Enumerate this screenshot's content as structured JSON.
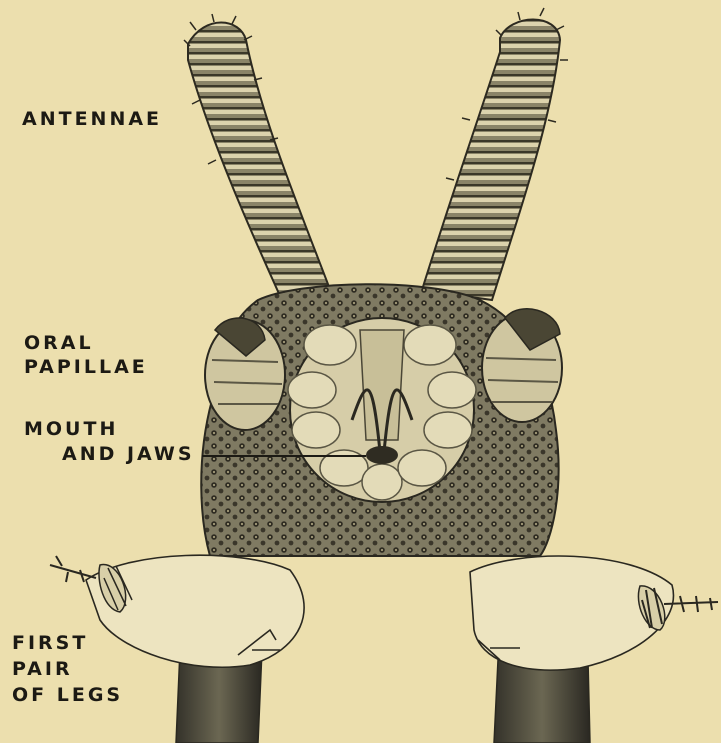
{
  "labels": {
    "antennae": "ANTENNAE",
    "oral_papillae_1": "ORAL",
    "oral_papillae_2": "PAPILLAE",
    "mouth_1": "MOUTH",
    "mouth_2": "AND JAWS",
    "legs_1": "FIRST",
    "legs_2": "PAIR",
    "legs_3": "OF LEGS"
  },
  "colors": {
    "paper": "#ecdfae",
    "ink": "#1c1a14"
  }
}
